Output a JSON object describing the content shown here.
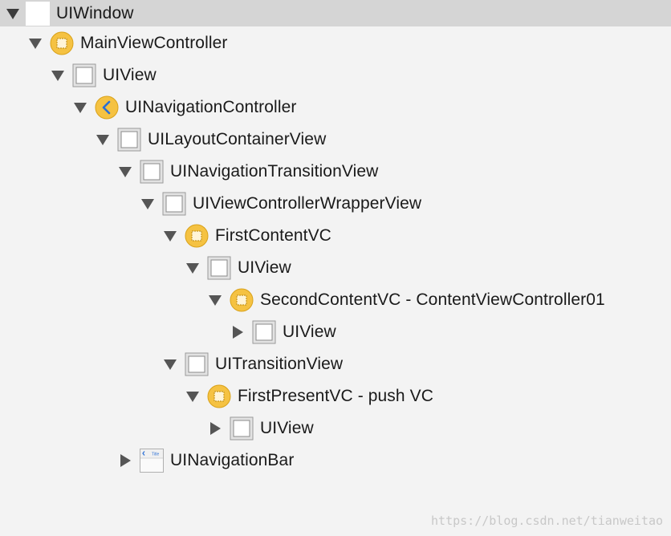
{
  "tree": [
    {
      "label": "UIWindow",
      "icon": "window-icon",
      "expanded": true,
      "selected": true
    },
    {
      "label": "MainViewController",
      "icon": "view-controller-icon",
      "expanded": true
    },
    {
      "label": "UIView",
      "icon": "view-icon",
      "expanded": true
    },
    {
      "label": "UINavigationController",
      "icon": "navigation-controller-icon",
      "expanded": true
    },
    {
      "label": "UILayoutContainerView",
      "icon": "view-icon",
      "expanded": true
    },
    {
      "label": "UINavigationTransitionView",
      "icon": "view-icon",
      "expanded": true
    },
    {
      "label": "UIViewControllerWrapperView",
      "icon": "view-icon",
      "expanded": true
    },
    {
      "label": "FirstContentVC",
      "icon": "view-controller-icon",
      "expanded": true
    },
    {
      "label": "UIView",
      "icon": "view-icon",
      "expanded": true
    },
    {
      "label": "SecondContentVC - ContentViewController01",
      "icon": "view-controller-icon",
      "expanded": true
    },
    {
      "label": "UIView",
      "icon": "view-icon",
      "expanded": false
    },
    {
      "label": "UITransitionView",
      "icon": "view-icon",
      "expanded": true
    },
    {
      "label": "FirstPresentVC - push VC",
      "icon": "view-controller-icon",
      "expanded": true
    },
    {
      "label": "UIView",
      "icon": "view-icon",
      "expanded": false
    },
    {
      "label": "UINavigationBar",
      "icon": "navigation-bar-icon",
      "expanded": false,
      "icon_text": "Title"
    }
  ],
  "watermark": "https://blog.csdn.net/tianweitao"
}
